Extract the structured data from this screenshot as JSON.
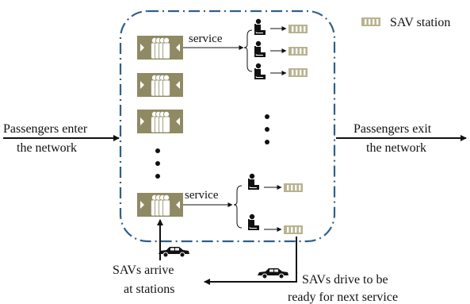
{
  "legend": {
    "label": "SAV station",
    "icon": "sav-station-icon",
    "color": "#a8a27a"
  },
  "labels": {
    "enter_line1": "Passengers enter",
    "enter_line2": "the network",
    "exit_line1": "Passengers exit",
    "exit_line2": "the network",
    "service": "service",
    "arrive_line1": "SAVs arrive",
    "arrive_line2": "at stations",
    "drive_line1": "SAVs drive to be",
    "drive_line2": "ready for next service"
  },
  "colors": {
    "boundary": "#2f5f8a",
    "station": "#8f8a63",
    "station_light": "#b8b38f",
    "ink": "#111111"
  },
  "icons": [
    "passenger-queue-icon",
    "seated-passenger-icon",
    "sav-station-icon",
    "car-icon"
  ]
}
